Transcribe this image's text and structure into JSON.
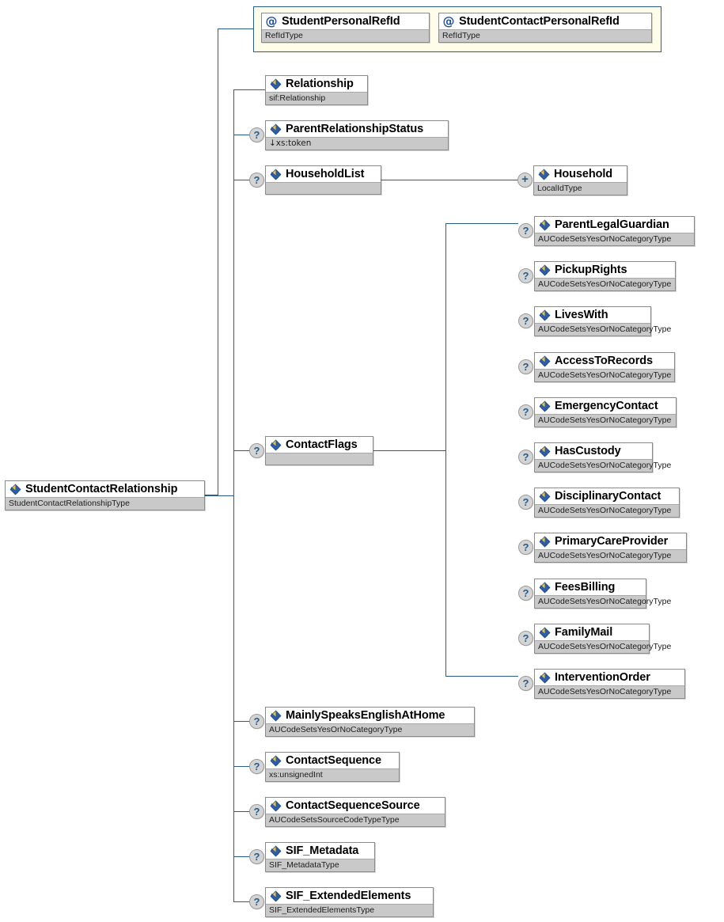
{
  "diagram": {
    "title": "StudentContactRelationship XML Schema Element Tree",
    "root": {
      "name": "StudentContactRelationship",
      "type": "StudentContactRelationshipType",
      "icon": "element-icon"
    },
    "attribute_group": {
      "attributes": [
        {
          "name": "StudentPersonalRefId",
          "type": "RefIdType",
          "icon": "at-icon"
        },
        {
          "name": "StudentContactPersonalRefId",
          "type": "RefIdType",
          "icon": "at-icon"
        }
      ]
    },
    "children": [
      {
        "name": "Relationship",
        "type": "sif:Relationship",
        "icon": "element-icon",
        "occurrence": ""
      },
      {
        "name": "ParentRelationshipStatus",
        "type": "↓xs:token",
        "icon": "element-icon",
        "occurrence": "?"
      },
      {
        "name": "HouseholdList",
        "type": "",
        "icon": "element-icon",
        "occurrence": "?"
      },
      {
        "name": "ContactFlags",
        "type": "",
        "icon": "element-icon",
        "occurrence": "?"
      },
      {
        "name": "MainlySpeaksEnglishAtHome",
        "type": "AUCodeSetsYesOrNoCategoryType",
        "icon": "element-icon",
        "occurrence": "?"
      },
      {
        "name": "ContactSequence",
        "type": "xs:unsignedInt",
        "icon": "element-icon",
        "occurrence": "?"
      },
      {
        "name": "ContactSequenceSource",
        "type": "AUCodeSetsSourceCodeTypeType",
        "icon": "element-icon",
        "occurrence": "?"
      },
      {
        "name": "SIF_Metadata",
        "type": "SIF_MetadataType",
        "icon": "element-icon",
        "occurrence": "?"
      },
      {
        "name": "SIF_ExtendedElements",
        "type": "SIF_ExtendedElementsType",
        "icon": "element-icon",
        "occurrence": "?"
      }
    ],
    "household_children": [
      {
        "name": "Household",
        "type": "LocalIdType",
        "icon": "element-icon",
        "occurrence": "+"
      }
    ],
    "contact_flags_children": [
      {
        "name": "ParentLegalGuardian",
        "type": "AUCodeSetsYesOrNoCategoryType",
        "icon": "element-icon",
        "occurrence": "?"
      },
      {
        "name": "PickupRights",
        "type": "AUCodeSetsYesOrNoCategoryType",
        "icon": "element-icon",
        "occurrence": "?"
      },
      {
        "name": "LivesWith",
        "type": "AUCodeSetsYesOrNoCategoryType",
        "icon": "element-icon",
        "occurrence": "?"
      },
      {
        "name": "AccessToRecords",
        "type": "AUCodeSetsYesOrNoCategoryType",
        "icon": "element-icon",
        "occurrence": "?"
      },
      {
        "name": "EmergencyContact",
        "type": "AUCodeSetsYesOrNoCategoryType",
        "icon": "element-icon",
        "occurrence": "?"
      },
      {
        "name": "HasCustody",
        "type": "AUCodeSetsYesOrNoCategoryType",
        "icon": "element-icon",
        "occurrence": "?"
      },
      {
        "name": "DisciplinaryContact",
        "type": "AUCodeSetsYesOrNoCategoryType",
        "icon": "element-icon",
        "occurrence": "?"
      },
      {
        "name": "PrimaryCareProvider",
        "type": "AUCodeSetsYesOrNoCategoryType",
        "icon": "element-icon",
        "occurrence": "?"
      },
      {
        "name": "FeesBilling",
        "type": "AUCodeSetsYesOrNoCategoryType",
        "icon": "element-icon",
        "occurrence": "?"
      },
      {
        "name": "FamilyMail",
        "type": "AUCodeSetsYesOrNoCategoryType",
        "icon": "element-icon",
        "occurrence": "?"
      },
      {
        "name": "InterventionOrder",
        "type": "AUCodeSetsYesOrNoCategoryType",
        "icon": "element-icon",
        "occurrence": "?"
      }
    ],
    "colors": {
      "connector": "#2b5d8b",
      "node_border": "#8a8a8a",
      "type_band": "#c9c9c9",
      "attr_group_bg": "#fdfdea",
      "badge_bg": "#d4d4d4",
      "icon_blue": "#2b5da8",
      "icon_yellow": "#f0c020"
    }
  }
}
